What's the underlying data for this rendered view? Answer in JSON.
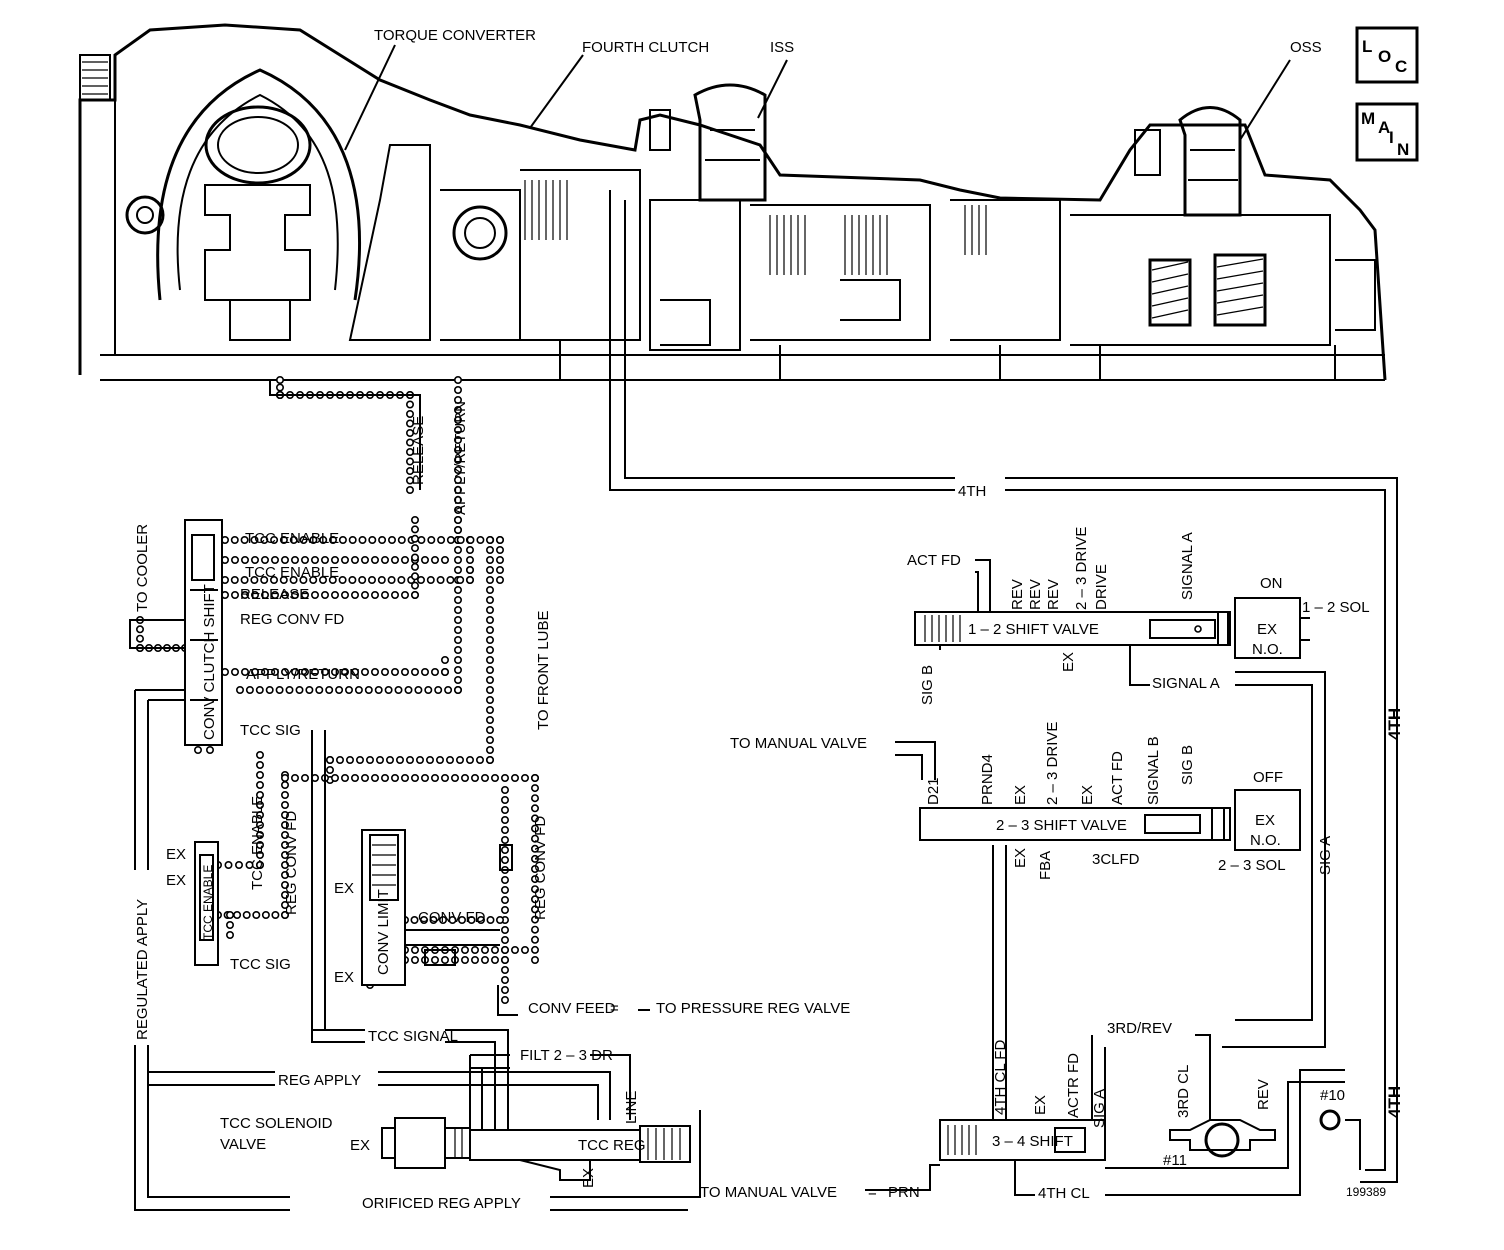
{
  "badges": {
    "loc": [
      "L",
      "O",
      "C"
    ],
    "main": [
      "M",
      "A",
      "I",
      "N"
    ]
  },
  "top_labels": {
    "torque_converter": "TORQUE CONVERTER",
    "fourth_clutch": "FOURTH CLUTCH",
    "iss": "ISS",
    "oss": "OSS"
  },
  "passages": {
    "release": "RELEASE",
    "apply_return": "APPLY/RETURN",
    "fourth": "4TH",
    "fourth_right": "4TH",
    "fourth_bottom": "4TH",
    "to_cooler": "TO COOLER",
    "to_front_lube": "TO FRONT LUBE",
    "regulated_apply": "REGULATED APPLY",
    "reg_apply": "REG APPLY",
    "orificed_reg_apply": "ORIFICED REG APPLY",
    "tcc_signal": "TCC SIGNAL",
    "filt_23_dr": "FILT 2 – 3 DR",
    "line": "LINE",
    "conv_feed": "CONV FEED",
    "to_pressure_reg_valve": "TO PRESSURE REG VALVE",
    "to_manual_valve_bottom": "TO MANUAL VALVE",
    "prn": "PRN",
    "fourth_cl": "4TH CL",
    "fourth_cl_fd": "4TH CL FD",
    "third_rev": "3RD/REV",
    "third_cl": "3RD CL",
    "rev": "REV",
    "ball_10": "#10",
    "ball_11": "#11",
    "sig_a_right": "SIG A",
    "signal_a_mid": "SIGNAL A"
  },
  "conv_clutch_shift": {
    "valve_label_upper": "CONV CLUTCH SHIFT",
    "tcc_enable_1": "TCC ENABLE",
    "tcc_enable_2": "TCC ENABLE",
    "release": "RELEASE",
    "reg_conv_fd": "REG CONV FD",
    "apply_return": "APPLY/RETURN",
    "tcc_sig": "TCC SIG"
  },
  "tcc_enable_valve": {
    "label": "TCC ENABLE",
    "ex1": "EX",
    "ex2": "EX",
    "tcc_enable": "TCC ENABLE",
    "reg_conv_fd": "REG CONV FD",
    "tcc_sig": "TCC SIG"
  },
  "conv_limit_valve": {
    "label": "CONV LIMIT",
    "ex1": "EX",
    "ex2": "EX",
    "conv_fd": "CONV FD",
    "reg_conv_fd": "REG CONV FD"
  },
  "tcc_solenoid": {
    "label_line1": "TCC SOLENOID",
    "label_line2": "VALVE",
    "ex": "EX",
    "ex_bottom": "EX",
    "tcc_reg": "TCC REG"
  },
  "shift_12": {
    "label": "1 – 2 SHIFT VALVE",
    "act_fd": "ACT FD",
    "rev1": "REV",
    "rev2": "REV",
    "rev3": "REV",
    "drive_23": "2 – 3 DRIVE",
    "drive": "DRIVE",
    "signal_a": "SIGNAL A",
    "sig_b": "SIG B",
    "ex": "EX",
    "sol_state": "ON",
    "sol_name": "1 – 2 SOL",
    "sol_ex": "EX",
    "sol_no": "N.O."
  },
  "shift_23": {
    "label": "2 – 3 SHIFT VALVE",
    "to_manual_valve": "TO MANUAL VALVE",
    "d21": "D21",
    "prnd4": "PRND4",
    "ex1": "EX",
    "drive_23": "2 – 3 DRIVE",
    "ex2": "EX",
    "act_fd": "ACT FD",
    "signal_b": "SIGNAL B",
    "sig_b": "SIG B",
    "ex3": "EX",
    "fba": "FBA",
    "cl3fd": "3CLFD",
    "sol_state": "OFF",
    "sol_name": "2 – 3 SOL",
    "sol_ex": "EX",
    "sol_no": "N.O."
  },
  "shift_34": {
    "label": "3 – 4 SHIFT",
    "ex": "EX",
    "actr_fd": "ACTR FD",
    "sig_a": "SIG A"
  },
  "figure_number": "199389"
}
